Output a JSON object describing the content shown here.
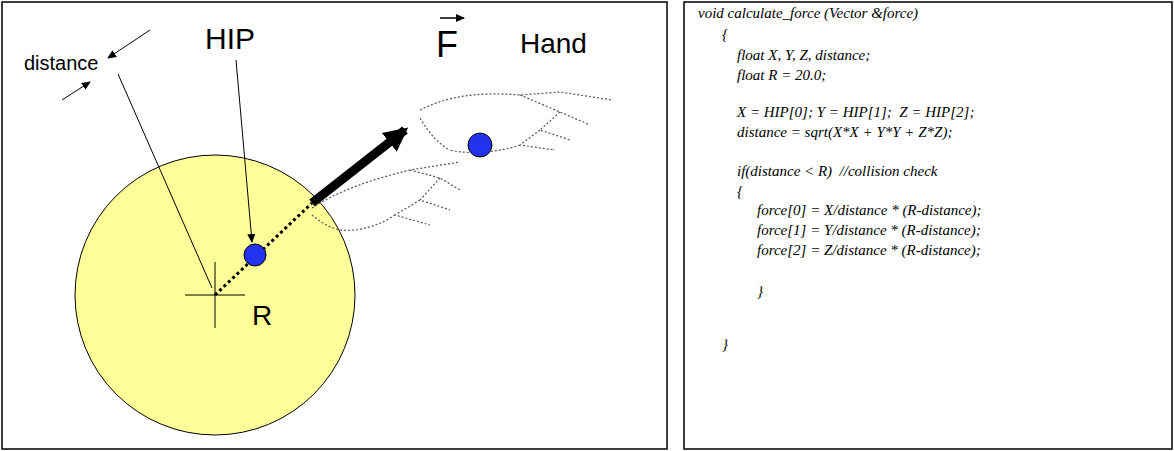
{
  "diagram": {
    "labels": [
      "distance",
      "HIP",
      "F",
      "Hand",
      "R",
      "void calculate_force (Vector &force)",
      "{",
      "float X, Y, Z, distance;",
      "float R = 20.0;",
      "X = HIP[0]; Y = HIP[1];  Z = HIP[2];",
      "distance = sqrt(X*X + Y*Y + Z*Z);",
      "if(distance < R)  //collision check",
      "{",
      "force[0] = X/distance * (R-distance);",
      "force[1] = Y/distance * (R-distance);",
      "force[2] = Z/distance * (R-distance);",
      "}",
      "}"
    ]
  }
}
